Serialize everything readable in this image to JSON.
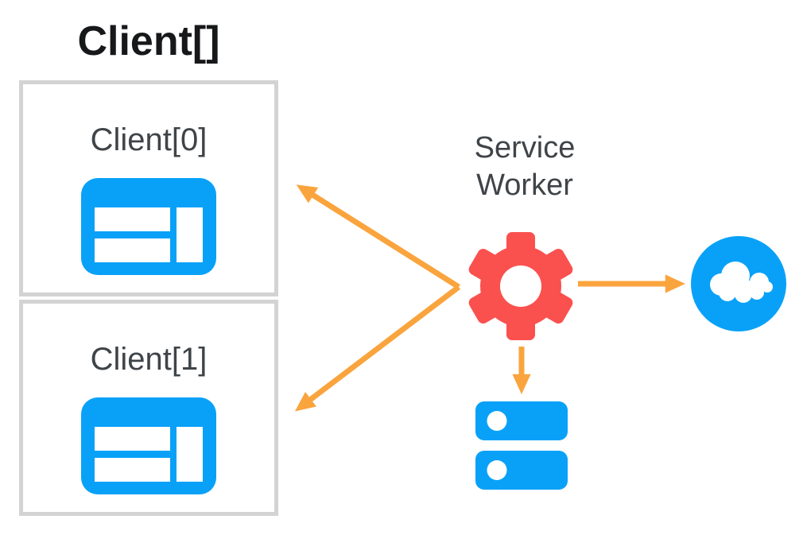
{
  "diagram": {
    "title": "Client[]",
    "client_group": {
      "clients": [
        {
          "label": "Client[0]",
          "icon": "browser-window-icon"
        },
        {
          "label": "Client[1]",
          "icon": "browser-window-icon"
        }
      ]
    },
    "service_worker": {
      "label_line1": "Service",
      "label_line2": "Worker",
      "icon": "gear-icon"
    },
    "network": {
      "icon": "cloud-icon"
    },
    "storage": {
      "icon": "database-icon"
    },
    "arrows": [
      {
        "name": "service-worker-to-client0",
        "direction": "up-left"
      },
      {
        "name": "service-worker-to-client1",
        "direction": "down-left"
      },
      {
        "name": "service-worker-to-cloud",
        "direction": "right"
      },
      {
        "name": "service-worker-to-database",
        "direction": "down"
      }
    ],
    "colors": {
      "blue": "#09A1F8",
      "red": "#FA514E",
      "orange": "#FAA43E",
      "box-border": "#D3D3D3",
      "label-gray": "#3F4448",
      "title-black": "#17181A",
      "background": "#FFFFFF"
    }
  }
}
